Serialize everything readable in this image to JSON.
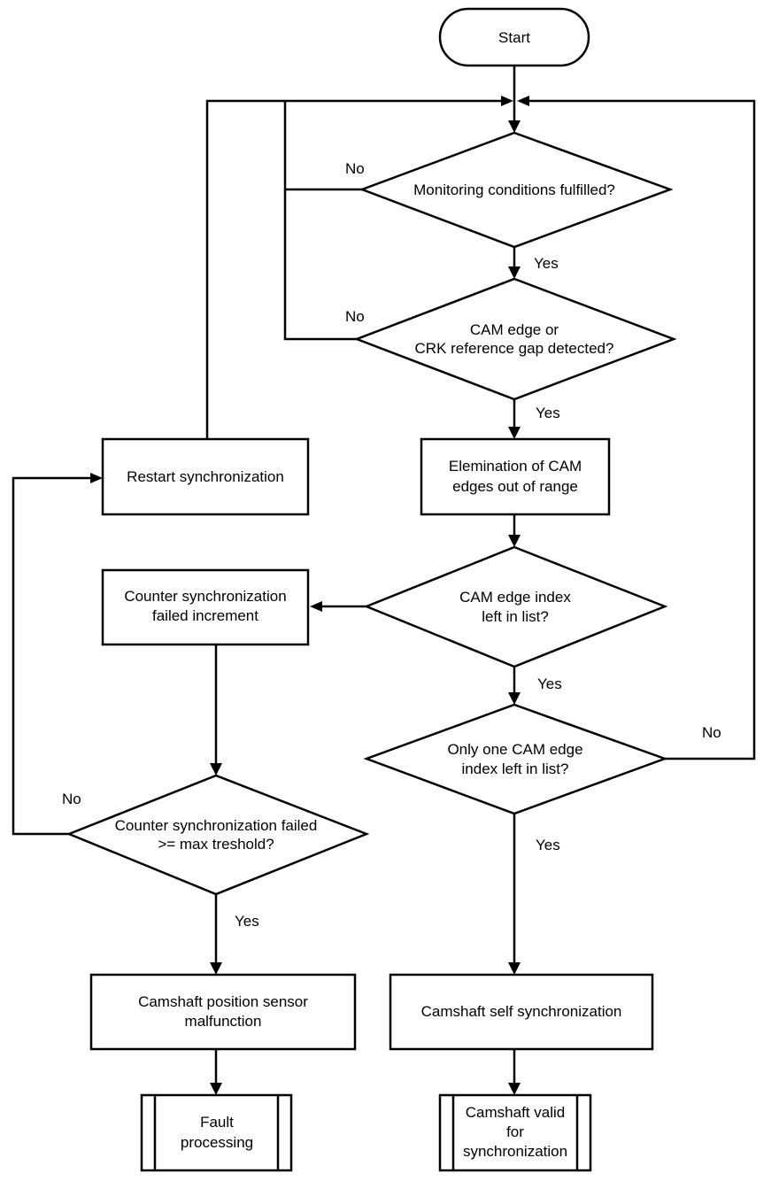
{
  "start": "Start",
  "decisions": {
    "monitoring": [
      "Monitoring conditions fulfilled?"
    ],
    "cam_edge": [
      "CAM edge or",
      "CRK reference gap detected?"
    ],
    "index_left": [
      "CAM edge index",
      "left in list?"
    ],
    "only_one": [
      "Only one CAM edge",
      "index left in list?"
    ],
    "counter_threshold": [
      "Counter synchronization failed",
      ">= max treshold?"
    ]
  },
  "processes": {
    "restart": [
      "Restart synchronization"
    ],
    "elimination": [
      "Elemination of CAM",
      "edges out of range"
    ],
    "counter_increment": [
      "Counter synchronization",
      "failed increment"
    ],
    "sensor_malfunction": [
      "Camshaft position sensor",
      "malfunction"
    ],
    "self_sync": [
      "Camshaft self synchronization"
    ]
  },
  "subprocesses": {
    "fault": [
      "Fault",
      "processing"
    ],
    "valid": [
      "Camshaft valid",
      "for",
      "synchronization"
    ]
  },
  "labels": {
    "no_monitoring": "No",
    "yes_monitoring": "Yes",
    "no_cam_edge": "No",
    "yes_cam_edge": "Yes",
    "yes_index_left": "Yes",
    "no_only_one": "No",
    "yes_only_one": "Yes",
    "no_counter": "No",
    "yes_counter": "Yes"
  }
}
